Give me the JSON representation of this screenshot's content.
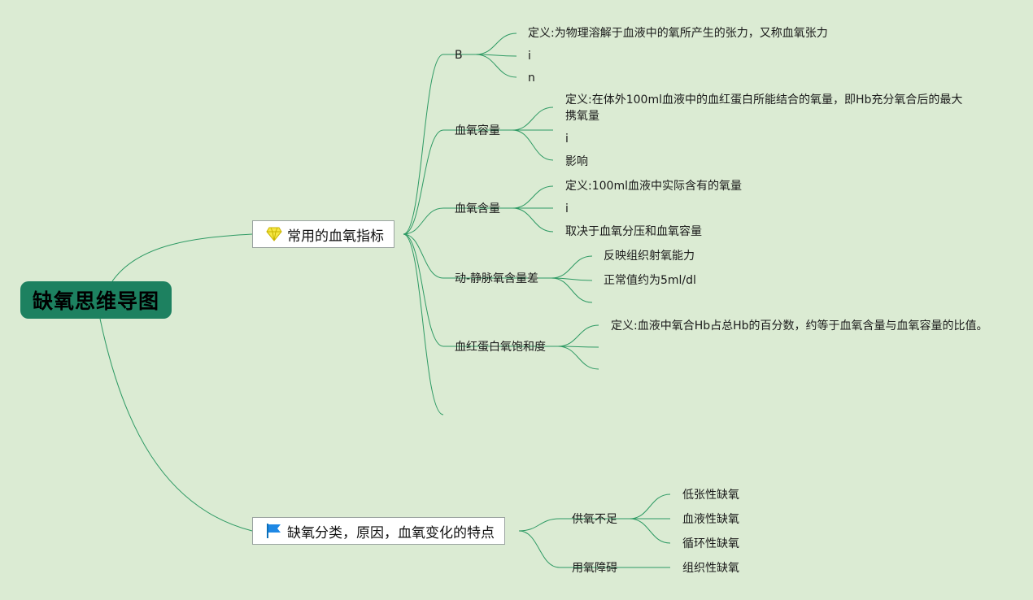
{
  "root": {
    "title": "缺氧思维导图"
  },
  "branches": [
    {
      "label": "常用的血氧指标",
      "icon": "diamond-icon",
      "children": [
        {
          "label": "B",
          "leaves": [
            "定义:为物理溶解于血液中的氧所产生的张力，又称血氧张力",
            "i",
            "n"
          ]
        },
        {
          "label": "血氧容量",
          "leaves": [
            "定义:在体外100ml血液中的血红蛋白所能结合的氧量，即Hb充分氧合后的最大携氧量",
            "i",
            "影响"
          ]
        },
        {
          "label": "血氧含量",
          "leaves": [
            "定义:100ml血液中实际含有的氧量",
            "i",
            "取决于血氧分压和血氧容量"
          ]
        },
        {
          "label": "动-静脉氧含量差",
          "leaves": [
            "反映组织射氧能力",
            "正常值约为5ml/dl"
          ]
        },
        {
          "label": "血红蛋白氧饱和度",
          "leaves": [
            "定义:血液中氧合Hb占总Hb的百分数，约等于血氧含量与血氧容量的比值。"
          ]
        }
      ]
    },
    {
      "label": "缺氧分类，原因，血氧变化的特点",
      "icon": "flag-icon",
      "children": [
        {
          "label": "供氧不足",
          "leaves": [
            "低张性缺氧",
            "血液性缺氧",
            "循环性缺氧"
          ]
        },
        {
          "label": "用氧障碍",
          "leaves": [
            "组织性缺氧"
          ]
        }
      ]
    }
  ],
  "colors": {
    "background": "#dbebd3",
    "root": "#1d8160",
    "link": "#2e9a64"
  }
}
